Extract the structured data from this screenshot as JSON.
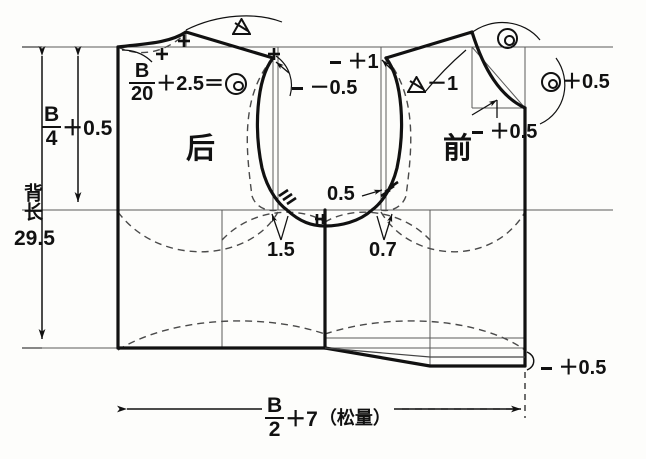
{
  "figure": {
    "kind": "garment-pattern-draft",
    "title_visible": false,
    "background_color": "#fdfdfb",
    "ink_color": "#111111"
  },
  "panels": {
    "back_label": "后",
    "front_label": "前"
  },
  "vertical_dimensions": {
    "armhole_depth_label_num": "B",
    "armhole_depth_label_den": "4",
    "armhole_depth_plus": "＋0.5",
    "back_length_label": "背长",
    "back_length_value": "29.5"
  },
  "horizontal_dimensions": {
    "width_num": "B",
    "width_den": "2",
    "width_plus": "＋7",
    "width_note": "（松量）"
  },
  "annotations": [
    {
      "id": "back-shoulder-formula",
      "num": "B",
      "den": "20",
      "tail": "＋2.5＝",
      "symbol": "ring"
    },
    {
      "id": "back-neck-drop",
      "text": "－0.5",
      "lead": "dash"
    },
    {
      "id": "front-neck-rise",
      "text": "＋1",
      "lead": "dash"
    },
    {
      "id": "front-shoulder-slope",
      "text": "－1",
      "symbol": "triangle"
    },
    {
      "id": "front-neck-width",
      "text": "＋0.5",
      "symbol": "ring"
    },
    {
      "id": "front-neck-depth",
      "text": "＋0.5",
      "lead": "dash"
    },
    {
      "id": "back-armhole-notch",
      "text": "1.5"
    },
    {
      "id": "front-armhole-notch",
      "text": "0.7"
    },
    {
      "id": "front-side-raise",
      "text": "0.5"
    },
    {
      "id": "front-hem-drop",
      "text": "＋0.5",
      "lead": "dash"
    }
  ],
  "symbols": {
    "ring_name": "double-circle-symbol",
    "triangle_name": "triangle-symbol",
    "tick_name": "equality-tick-mark"
  }
}
